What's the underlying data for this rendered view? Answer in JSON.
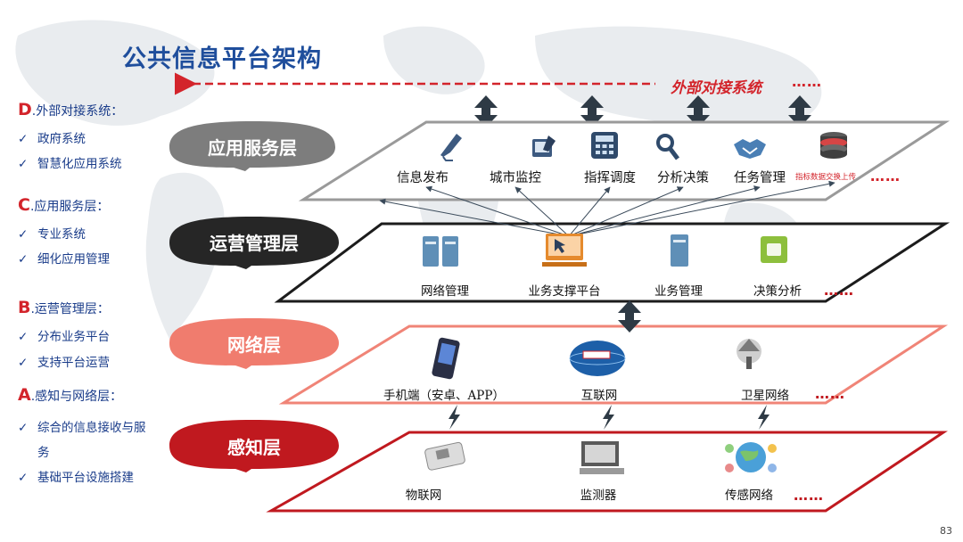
{
  "title": "公共信息平台架构",
  "external_arrow_label": "外部对接系统",
  "page_number": "83",
  "dots": "……",
  "sidebar": {
    "sections": [
      {
        "letter": "D",
        "heading": ".外部对接系统：",
        "items": [
          "政府系统",
          "智慧化应用系统"
        ]
      },
      {
        "letter": "C",
        "heading": ".应用服务层：",
        "items": [
          "专业系统",
          "细化应用管理"
        ]
      },
      {
        "letter": "B",
        "heading": ".运营管理层：",
        "items": [
          "分布业务平台",
          "支持平台运营"
        ]
      },
      {
        "letter": "A",
        "heading": ".感知与网络层：",
        "items": [
          "综合的信息接收与服",
          "务",
          "基础平台设施搭建"
        ]
      }
    ],
    "check": "✓"
  },
  "layers": {
    "application": {
      "label": "应用服务层",
      "modules": [
        "信息发布",
        "城市监控",
        "指挥调度",
        "分析决策",
        "任务管理"
      ],
      "small_red_label": "指标数据交换上传"
    },
    "operations": {
      "label": "运营管理层",
      "modules": [
        "网络管理",
        "业务支撑平台",
        "业务管理",
        "决策分析"
      ]
    },
    "network": {
      "label": "网络层",
      "modules": [
        "手机端（安卓、APP）",
        "互联网",
        "卫星网络"
      ]
    },
    "perception": {
      "label": "感知层",
      "modules": [
        "物联网",
        "监测器",
        "传感网络"
      ]
    }
  },
  "colors": {
    "title_blue": "#1f4e9c",
    "accent_red": "#d3242b",
    "application_pill": "#7d7d7d",
    "operations_pill": "#262626",
    "network_pill": "#f07c6e",
    "perception_pill": "#c0191f",
    "arrow_dark": "#2e3a45"
  },
  "icons": [
    "pen-icon",
    "monitor-edit-icon",
    "calculator-icon",
    "magnifier-icon",
    "handshake-icon",
    "database-icon",
    "server-icon",
    "computer-cursor-icon",
    "tower-icon",
    "box-icon",
    "phone-icon",
    "globe-icon",
    "satellite-icon",
    "usb-device-icon",
    "terminal-icon",
    "sensor-globe-icon"
  ]
}
